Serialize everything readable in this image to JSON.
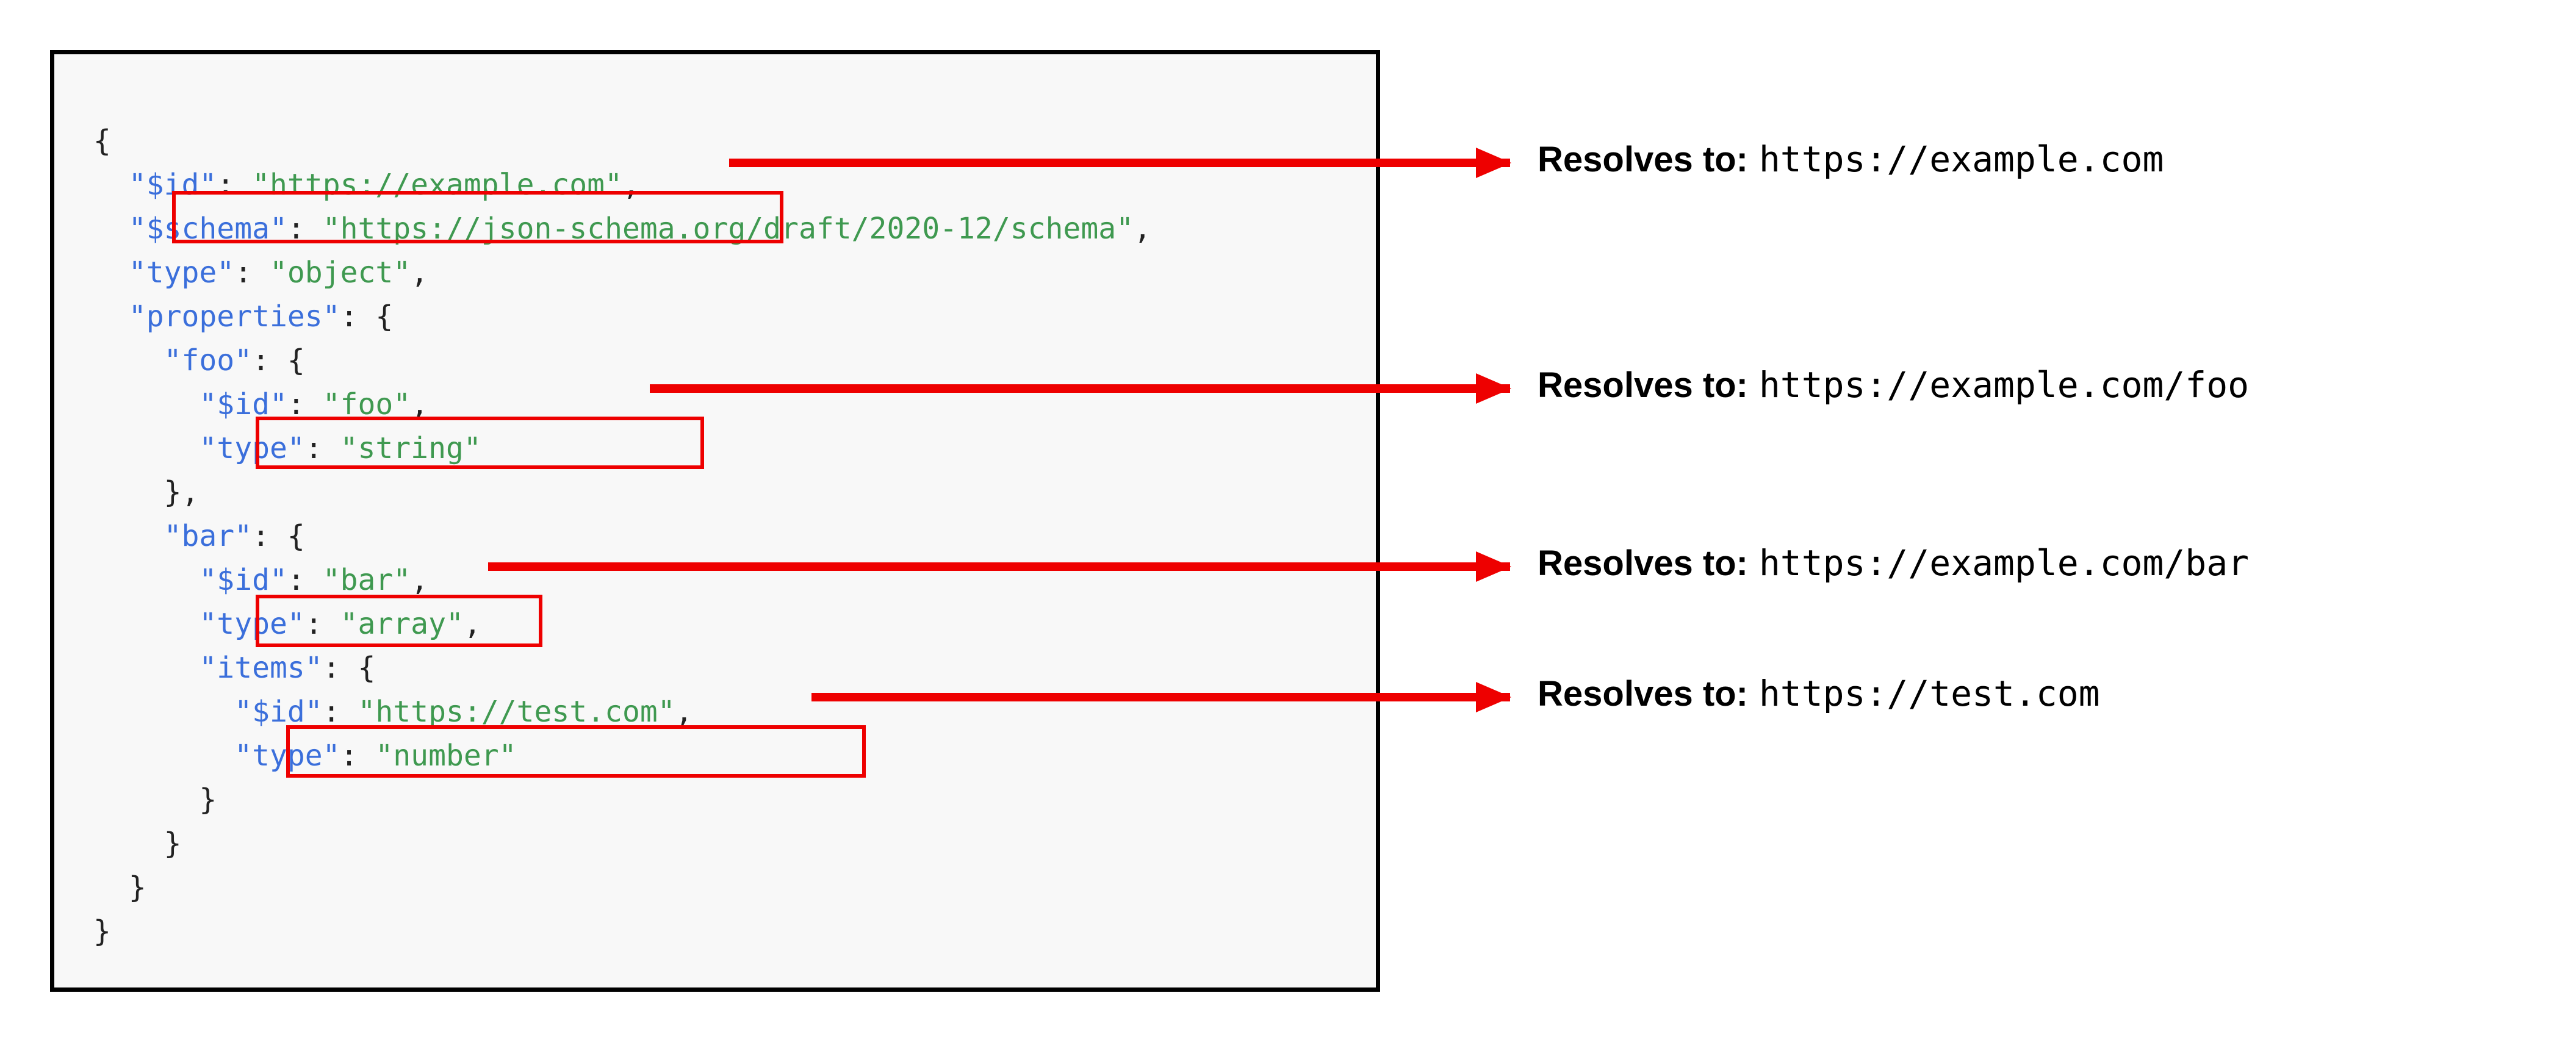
{
  "code_panel": {
    "language": "json",
    "lines": [
      {
        "indent": 0,
        "tokens": [
          {
            "type": "p",
            "text": "{"
          }
        ]
      },
      {
        "indent": 1,
        "tokens": [
          {
            "type": "k",
            "text": "\"$id\""
          },
          {
            "type": "p",
            "text": ": "
          },
          {
            "type": "s",
            "text": "\"https://example.com\""
          },
          {
            "type": "p",
            "text": ","
          }
        ]
      },
      {
        "indent": 1,
        "tokens": [
          {
            "type": "k",
            "text": "\"$schema\""
          },
          {
            "type": "p",
            "text": ": "
          },
          {
            "type": "s",
            "text": "\"https://json-schema.org/draft/2020-12/schema\""
          },
          {
            "type": "p",
            "text": ","
          }
        ]
      },
      {
        "indent": 1,
        "tokens": [
          {
            "type": "k",
            "text": "\"type\""
          },
          {
            "type": "p",
            "text": ": "
          },
          {
            "type": "s",
            "text": "\"object\""
          },
          {
            "type": "p",
            "text": ","
          }
        ]
      },
      {
        "indent": 1,
        "tokens": [
          {
            "type": "k",
            "text": "\"properties\""
          },
          {
            "type": "p",
            "text": ": {"
          }
        ]
      },
      {
        "indent": 2,
        "tokens": [
          {
            "type": "k",
            "text": "\"foo\""
          },
          {
            "type": "p",
            "text": ": {"
          }
        ]
      },
      {
        "indent": 3,
        "tokens": [
          {
            "type": "k",
            "text": "\"$id\""
          },
          {
            "type": "p",
            "text": ": "
          },
          {
            "type": "s",
            "text": "\"foo\""
          },
          {
            "type": "p",
            "text": ","
          }
        ]
      },
      {
        "indent": 3,
        "tokens": [
          {
            "type": "k",
            "text": "\"type\""
          },
          {
            "type": "p",
            "text": ": "
          },
          {
            "type": "s",
            "text": "\"string\""
          }
        ]
      },
      {
        "indent": 2,
        "tokens": [
          {
            "type": "p",
            "text": "},"
          }
        ]
      },
      {
        "indent": 2,
        "tokens": [
          {
            "type": "k",
            "text": "\"bar\""
          },
          {
            "type": "p",
            "text": ": {"
          }
        ]
      },
      {
        "indent": 3,
        "tokens": [
          {
            "type": "k",
            "text": "\"$id\""
          },
          {
            "type": "p",
            "text": ": "
          },
          {
            "type": "s",
            "text": "\"bar\""
          },
          {
            "type": "p",
            "text": ","
          }
        ]
      },
      {
        "indent": 3,
        "tokens": [
          {
            "type": "k",
            "text": "\"type\""
          },
          {
            "type": "p",
            "text": ": "
          },
          {
            "type": "s",
            "text": "\"array\""
          },
          {
            "type": "p",
            "text": ","
          }
        ]
      },
      {
        "indent": 3,
        "tokens": [
          {
            "type": "k",
            "text": "\"items\""
          },
          {
            "type": "p",
            "text": ": {"
          }
        ]
      },
      {
        "indent": 4,
        "tokens": [
          {
            "type": "k",
            "text": "\"$id\""
          },
          {
            "type": "p",
            "text": ": "
          },
          {
            "type": "s",
            "text": "\"https://test.com\""
          },
          {
            "type": "p",
            "text": ","
          }
        ]
      },
      {
        "indent": 4,
        "tokens": [
          {
            "type": "k",
            "text": "\"type\""
          },
          {
            "type": "p",
            "text": ": "
          },
          {
            "type": "s",
            "text": "\"number\""
          }
        ]
      },
      {
        "indent": 3,
        "tokens": [
          {
            "type": "p",
            "text": "}"
          }
        ]
      },
      {
        "indent": 2,
        "tokens": [
          {
            "type": "p",
            "text": "}"
          }
        ]
      },
      {
        "indent": 1,
        "tokens": [
          {
            "type": "p",
            "text": "}"
          }
        ]
      },
      {
        "indent": 0,
        "tokens": [
          {
            "type": "p",
            "text": "}"
          }
        ]
      }
    ]
  },
  "highlights": [
    {
      "id": "root",
      "target_line": 1,
      "target_text": "\"$id\": \"https://example.com\","
    },
    {
      "id": "foo",
      "target_line": 6,
      "target_text": "\"$id\": \"foo\","
    },
    {
      "id": "bar",
      "target_line": 10,
      "target_text": "\"$id\": \"bar\","
    },
    {
      "id": "items",
      "target_line": 13,
      "target_text": "\"$id\": \"https://test.com\","
    }
  ],
  "annotations": [
    {
      "label": "Resolves to:",
      "url": "https://example.com"
    },
    {
      "label": "Resolves to:",
      "url": "https://example.com/foo"
    },
    {
      "label": "Resolves to:",
      "url": "https://example.com/bar"
    },
    {
      "label": "Resolves to:",
      "url": "https://test.com"
    }
  ],
  "colors": {
    "key": "#3b6fdb",
    "string": "#3f9950",
    "punctuation": "#222222",
    "highlight": "#ee0000",
    "arrow": "#ee0000",
    "panel_background": "#f8f8f8",
    "panel_border": "#000000",
    "page_background": "#ffffff"
  }
}
